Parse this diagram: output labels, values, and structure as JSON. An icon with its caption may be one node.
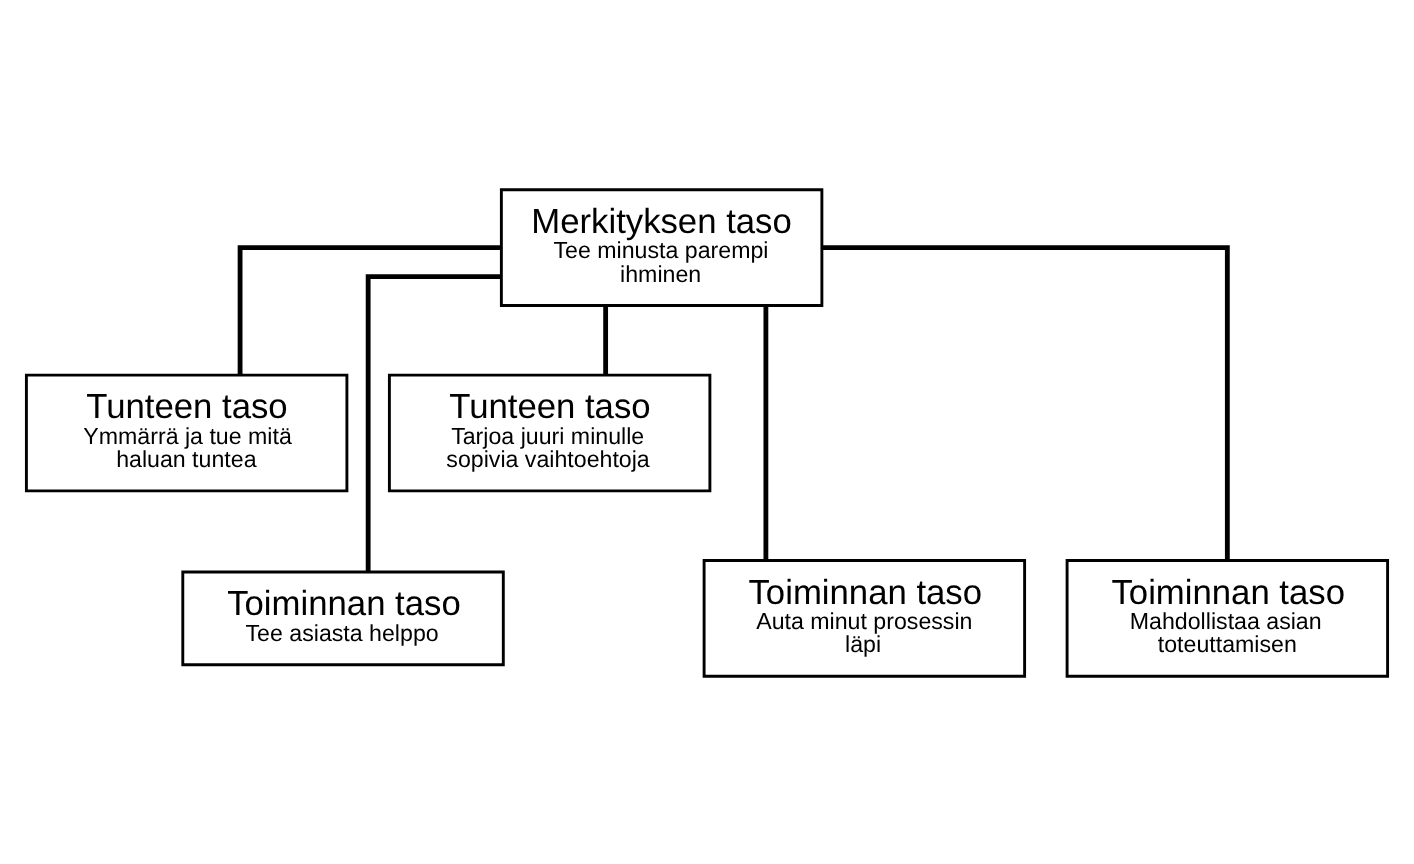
{
  "diagram": {
    "nodes": [
      {
        "text": [
          "Merkityksen taso",
          "Tee minusta parempi ihminen"
        ]
      },
      {
        "text": [
          "Tunteen taso",
          "Ymmärrä ja tue mitä haluan tuntea"
        ]
      },
      {
        "text": [
          "Tunteen taso",
          "Tarjoa juuri minulle sopivia vaihtoehtoja"
        ]
      },
      {
        "text": [
          "Toiminnan taso",
          "Tee asiasta helppo"
        ]
      },
      {
        "text": [
          "Toiminnan taso",
          "Auta minut prosessin läpi"
        ]
      },
      {
        "text": [
          "Toiminnan taso",
          "Mahdollistaa asian toteuttamisen"
        ]
      }
    ],
    "edges": [
      {
        "from": 0,
        "to": 1,
        "arrow": "none"
      },
      {
        "from": 0,
        "to": 2,
        "arrow": "none"
      },
      {
        "from": 0,
        "to": 3,
        "arrow": "none"
      },
      {
        "from": 0,
        "to": 4,
        "arrow": "none"
      },
      {
        "from": 0,
        "to": 5,
        "arrow": "none"
      }
    ]
  }
}
